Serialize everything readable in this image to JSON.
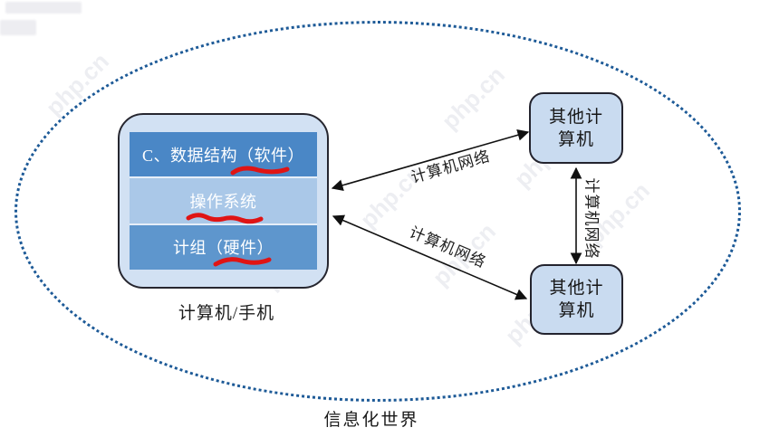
{
  "watermark": {
    "text": "php.cn"
  },
  "main_computer": {
    "layers": [
      {
        "label": "C、数据结构（软件）"
      },
      {
        "label": "操作系统"
      },
      {
        "label": "计组（硬件）"
      }
    ],
    "caption": "计算机/手机"
  },
  "boxes": {
    "other_top": "其他计算机",
    "other_bottom": "其他计算机"
  },
  "network_labels": {
    "top_diagonal": "计算机网络",
    "bottom_diagonal": "计算机网络",
    "vertical": "计算机网络"
  },
  "world": {
    "caption": "信息化世界"
  },
  "colors": {
    "layer_software": "#4a87c6",
    "layer_os": "#aac8e8",
    "layer_hardware": "#5e96cd",
    "main_box_fill": "#d2e1f3",
    "other_box_fill": "#c9dbf0",
    "ellipse_dots": "#1d5a97",
    "scribble_red": "#e01414",
    "arrow": "#111111"
  }
}
